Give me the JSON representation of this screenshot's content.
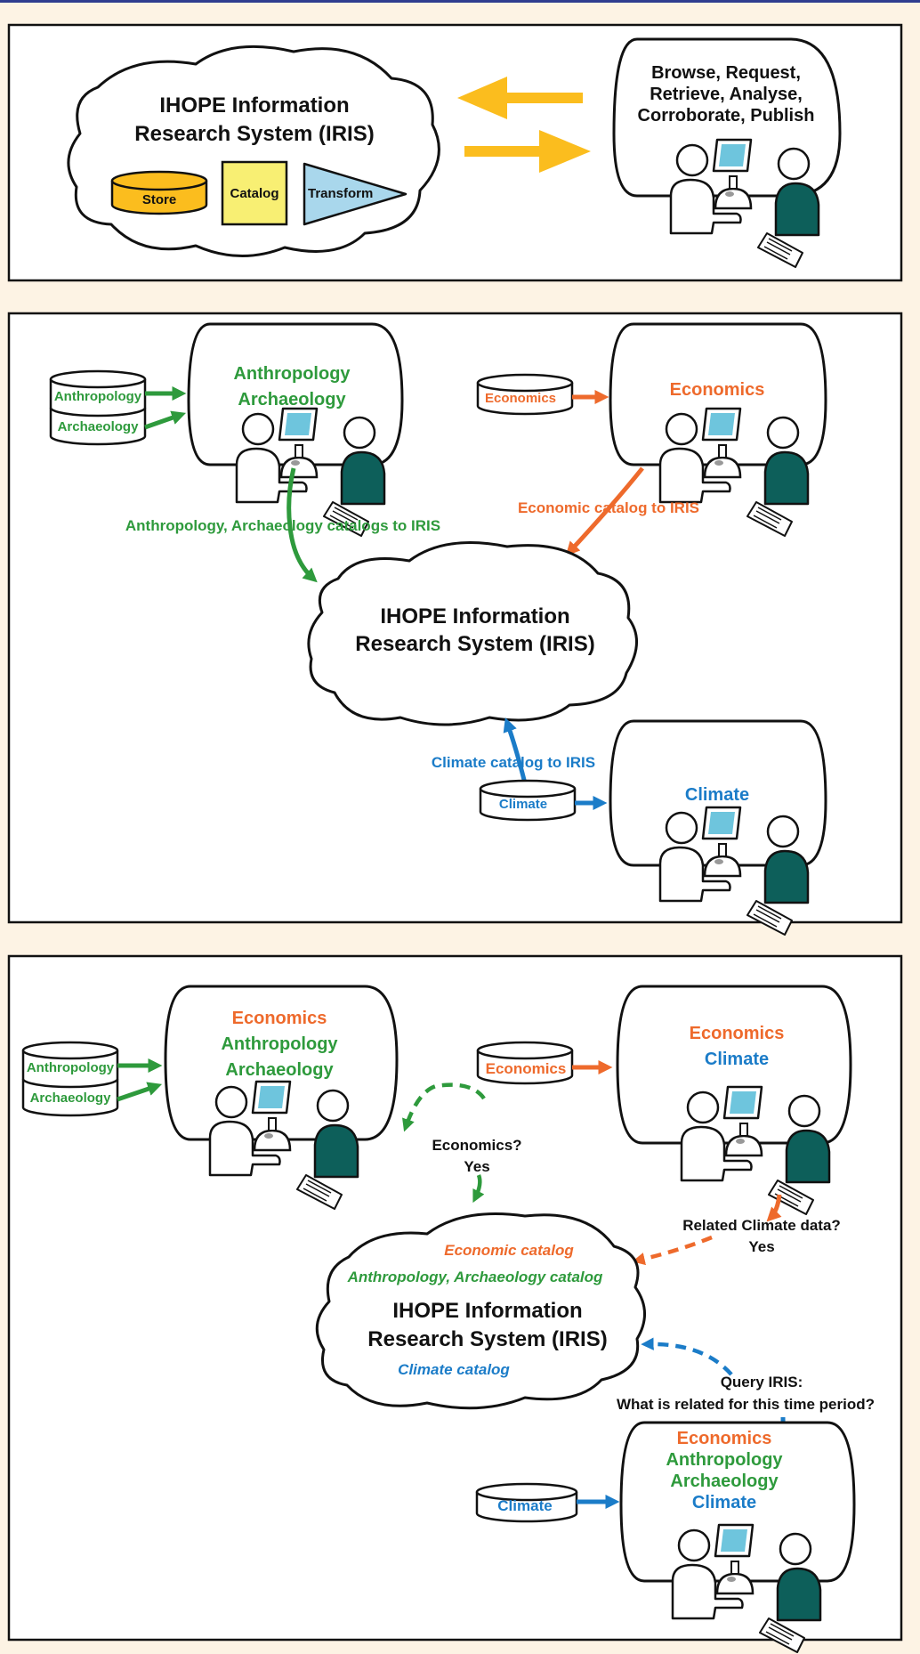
{
  "colors": {
    "background": "#fdf3e4",
    "anthropology_green": "#2e9a3c",
    "economics_orange": "#ee6a2c",
    "climate_blue": "#1b7cc8",
    "arrow_yellow": "#fbbd1e",
    "store_gold": "#fbbd1e",
    "catalog_yellow": "#f8ef73",
    "transform_blue": "#a9d7ec",
    "person_teal": "#0d5f5a",
    "monitor_cyan": "#6ec5dd"
  },
  "panel1": {
    "cloud_title_line1": "IHOPE Information",
    "cloud_title_line2": "Research System (IRIS)",
    "store_label": "Store",
    "catalog_label": "Catalog",
    "transform_label": "Transform",
    "actions_line1": "Browse, Request,",
    "actions_line2": "Retrieve, Analyse,",
    "actions_line3": "Corroborate, Publish"
  },
  "panel2": {
    "db_anthropology": "Anthropology",
    "db_archaeology": "Archaeology",
    "room_green_line1": "Anthropology",
    "room_green_line2": "Archaeology",
    "db_economics": "Economics",
    "room_orange": "Economics",
    "green_flow_label": "Anthropology, Archaeology catalogs to IRIS",
    "orange_flow_label": "Economic catalog to IRIS",
    "cloud_line1": "IHOPE Information",
    "cloud_line2": "Research System (IRIS)",
    "blue_flow_label": "Climate catalog to IRIS",
    "db_climate": "Climate",
    "room_blue": "Climate"
  },
  "panel3": {
    "room1_line1": "Economics",
    "room1_line2": "Anthropology",
    "room1_line3": "Archaeology",
    "db_anthropology": "Anthropology",
    "db_archaeology": "Archaeology",
    "db_economics": "Economics",
    "room2_line1": "Economics",
    "room2_line2": "Climate",
    "query1_line1": "Economics?",
    "query1_line2": "Yes",
    "query2_line1": "Related Climate data?",
    "query2_line2": "Yes",
    "cloud_cat_economic": "Economic catalog",
    "cloud_cat_anth": "Anthropology,  Archaeology catalog",
    "cloud_line1": "IHOPE Information",
    "cloud_line2": "Research System (IRIS)",
    "cloud_cat_climate": "Climate catalog",
    "query3_line1": "Query IRIS:",
    "query3_line2": "What is related for this time period?",
    "db_climate": "Climate",
    "room3_line1": "Economics",
    "room3_line2": "Anthropology",
    "room3_line3": "Archaeology",
    "room3_line4": "Climate"
  }
}
